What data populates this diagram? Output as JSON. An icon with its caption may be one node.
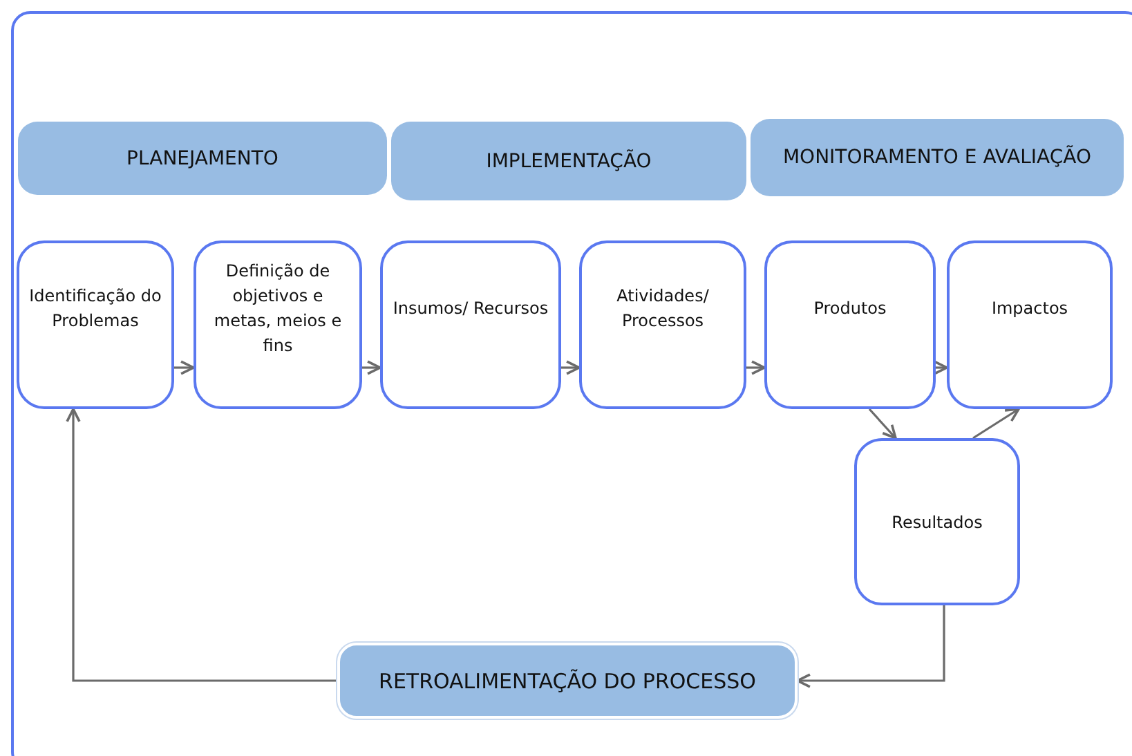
{
  "diagram": {
    "nodes": [
      {
        "text": [
          "PLANEJAMENTO"
        ]
      },
      {
        "text": [
          "IMPLEMENTAÇÃO"
        ]
      },
      {
        "text": [
          "MONITORAMENTO E AVALIAÇÃO"
        ]
      },
      {
        "text": [
          "Identificação do Problemas"
        ]
      },
      {
        "text": [
          "Definição de objetivos e metas, meios e fins"
        ]
      },
      {
        "text": [
          "Insumos/ Recursos"
        ]
      },
      {
        "text": [
          "Atividades/ Processos"
        ]
      },
      {
        "text": [
          "Produtos"
        ]
      },
      {
        "text": [
          "Impactos"
        ]
      },
      {
        "text": [
          "Resultados"
        ]
      },
      {
        "text": [
          "RETROALIMENTAÇÃO DO PROCESSO"
        ]
      }
    ],
    "edges": [
      {
        "from": 3,
        "to": 4,
        "arrow": "to"
      },
      {
        "from": 4,
        "to": 5,
        "arrow": "to"
      },
      {
        "from": 5,
        "to": 6,
        "arrow": "to"
      },
      {
        "from": 6,
        "to": 7,
        "arrow": "to"
      },
      {
        "from": 7,
        "to": 8,
        "arrow": "to"
      },
      {
        "from": 7,
        "to": 9,
        "arrow": "to"
      },
      {
        "from": 9,
        "to": 8,
        "arrow": "to"
      },
      {
        "from": 9,
        "to": 10,
        "arrow": "to"
      },
      {
        "from": 10,
        "to": 3,
        "arrow": "to"
      }
    ]
  }
}
